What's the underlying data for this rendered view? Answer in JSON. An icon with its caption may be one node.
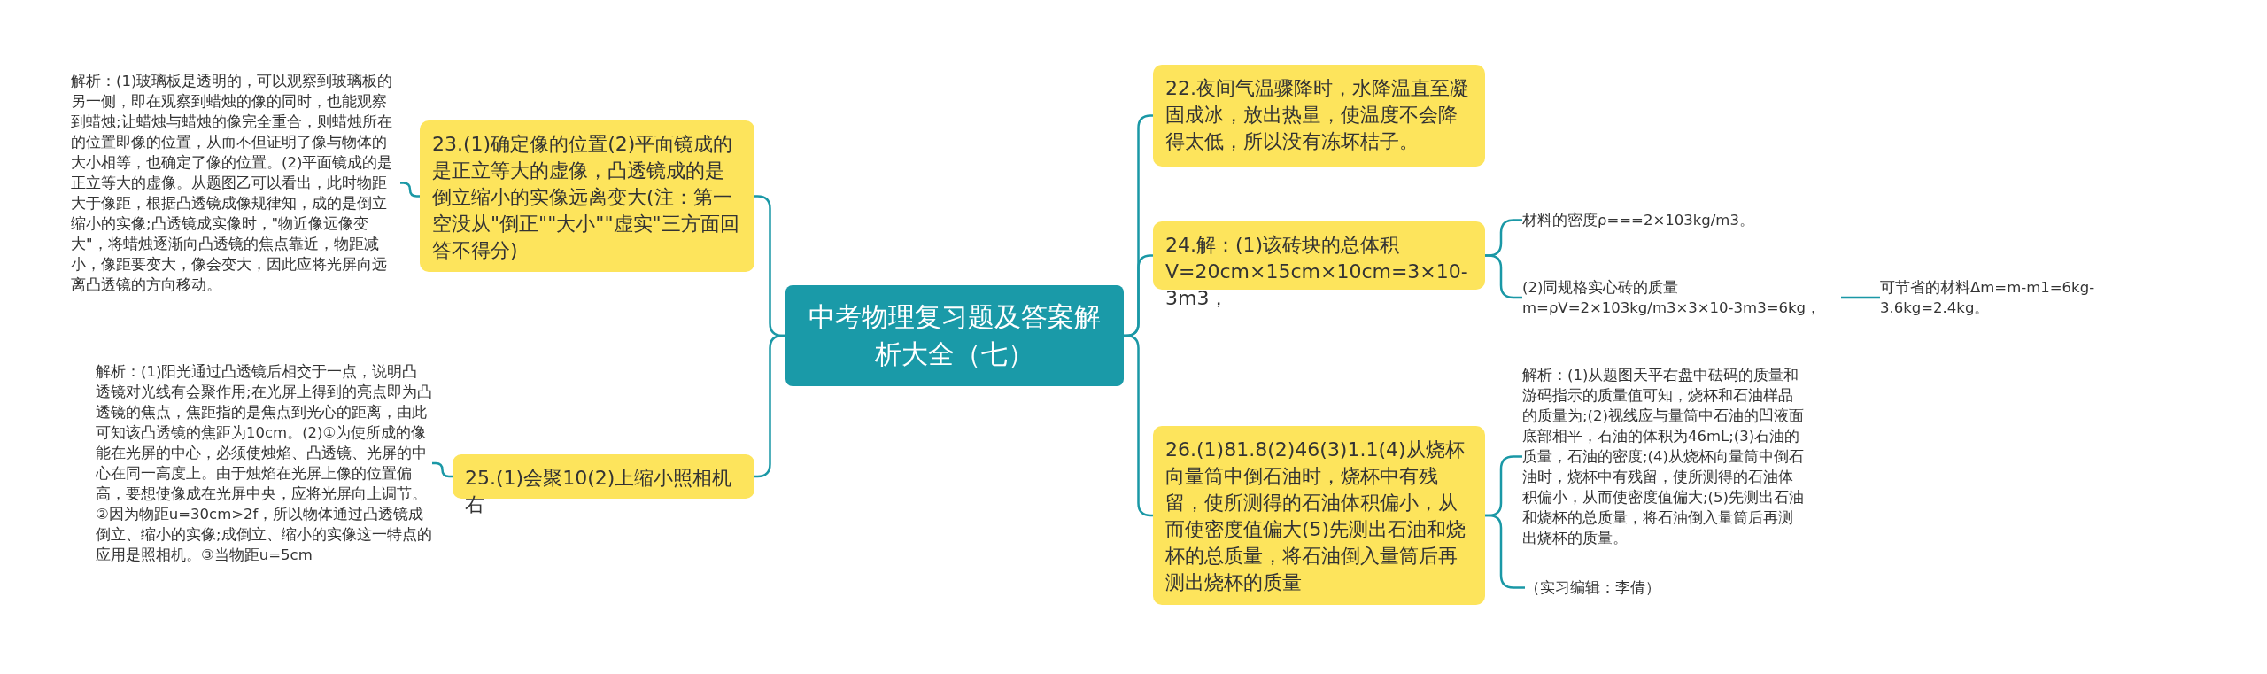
{
  "diagram": {
    "nodes": [
      {
        "text": [
          "中考物理复习题及答案解析大全（七）"
        ]
      },
      {
        "text": [
          "23.(1)确定像的位置(2)平面镜成的是正立等大的虚像，凸透镜成的是倒立缩小的实像远离变大(注：第一空没从\"倒正\"\"大小\"\"虚实\"三方面回答不得分)"
        ]
      },
      {
        "text": [
          "解析：(1)玻璃板是透明的，可以观察到玻璃板的另一侧，即在观察到蜡烛的像的同时，也能观察到蜡烛;让蜡烛与蜡烛的像完全重合，则蜡烛所在的位置即像的位置，从而不但证明了像与物体的大小相等，也确定了像的位置。(2)平面镜成的是正立等大的虚像。从题图乙可以看出，此时物距大于像距，根据凸透镜成像规律知，成的是倒立缩小的实像;凸透镜成实像时，\"物近像远像变大\"，将蜡烛逐渐向凸透镜的焦点靠近，物距减小，像距要变大，像会变大，因此应将光屏向远离凸透镜的方向移动。"
        ]
      },
      {
        "text": [
          "25.(1)会聚10(2)上缩小照相机右"
        ]
      },
      {
        "text": [
          "解析：(1)阳光通过凸透镜后相交于一点，说明凸透镜对光线有会聚作用;在光屏上得到的亮点即为凸透镜的焦点，焦距指的是焦点到光心的距离，由此可知该凸透镜的焦距为10cm。(2)①为使所成的像能在光屏的中心，必须使烛焰、凸透镜、光屏的中心在同一高度上。由于烛焰在光屏上像的位置偏高，要想使像成在光屏中央，应将光屏向上调节。②因为物距u=30cm>2f，所以物体通过凸透镜成倒立、缩小的实像;成倒立、缩小的实像这一特点的应用是照相机。③当物距u=5cm"
        ]
      },
      {
        "text": [
          "22.夜间气温骤降时，水降温直至凝固成冰，放出热量，使温度不会降得太低，所以没有冻坏桔子。"
        ]
      },
      {
        "text": [
          "24.解：(1)该砖块的总体积V=20cm×15cm×10cm=3×10-3m3，"
        ]
      },
      {
        "text": [
          "材料的密度ρ===2×103kg/m3。"
        ]
      },
      {
        "text": [
          "(2)同规格实心砖的质量m=ρV=2×103kg/m3×3×10-3m3=6kg，"
        ]
      },
      {
        "text": [
          "可节省的材料Δm=m-m1=6kg-3.6kg=2.4kg。"
        ]
      },
      {
        "text": [
          "26.(1)81.8(2)46(3)1.1(4)从烧杯向量筒中倒石油时，烧杯中有残留，使所测得的石油体积偏小，从而使密度值偏大(5)先测出石油和烧杯的总质量，将石油倒入量筒后再测出烧杯的质量"
        ]
      },
      {
        "text": [
          "解析：(1)从题图天平右盘中砝码的质量和游码指示的质量值可知，烧杯和石油样品的质量为;(2)视线应与量筒中石油的凹液面底部相平，石油的体积为46mL;(3)石油的质量，石油的密度;(4)从烧杯向量筒中倒石油时，烧杯中有残留，使所测得的石油体积偏小，从而使密度值偏大;(5)先测出石油和烧杯的总质量，将石油倒入量筒后再测出烧杯的质量。"
        ]
      },
      {
        "text": [
          "（实习编辑：李倩）"
        ]
      }
    ],
    "edges": [
      {
        "from": 0,
        "to": 1,
        "arrow": "none"
      },
      {
        "from": 0,
        "to": 3,
        "arrow": "none"
      },
      {
        "from": 0,
        "to": 5,
        "arrow": "none"
      },
      {
        "from": 0,
        "to": 6,
        "arrow": "none"
      },
      {
        "from": 0,
        "to": 10,
        "arrow": "none"
      },
      {
        "from": 1,
        "to": 2,
        "arrow": "none"
      },
      {
        "from": 3,
        "to": 4,
        "arrow": "none"
      },
      {
        "from": 6,
        "to": 7,
        "arrow": "none"
      },
      {
        "from": 6,
        "to": 8,
        "arrow": "none"
      },
      {
        "from": 8,
        "to": 9,
        "arrow": "none"
      },
      {
        "from": 10,
        "to": 11,
        "arrow": "none"
      },
      {
        "from": 10,
        "to": 12,
        "arrow": "none"
      }
    ]
  }
}
